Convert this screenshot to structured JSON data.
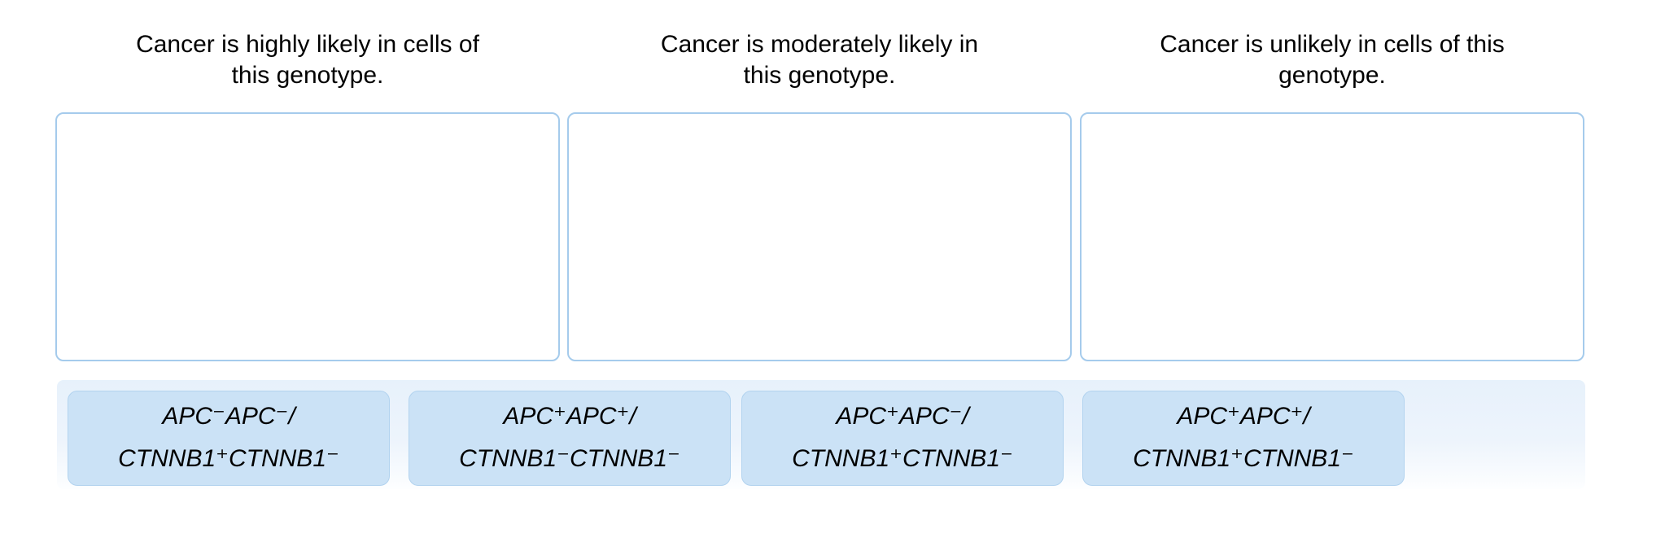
{
  "activity": {
    "type": "drag-and-drop-sorting",
    "bins": [
      {
        "id": "highly-likely",
        "label": "Cancer is highly likely in cells of this genotype.",
        "label_line1": "Cancer is highly likely in cells of",
        "label_line2": "this genotype.",
        "contents": []
      },
      {
        "id": "moderately-likely",
        "label": "Cancer is moderately likely in this genotype.",
        "label_line1": "Cancer is moderately likely in",
        "label_line2": "this genotype.",
        "contents": []
      },
      {
        "id": "unlikely",
        "label": "Cancer is unlikely in cells of this genotype.",
        "label_line1": "Cancer is unlikely in cells of this",
        "label_line2": "genotype.",
        "contents": []
      }
    ],
    "tiles": [
      {
        "id": "genotype-1",
        "label": "APC⁻APC⁻/CTNNB1⁺CTNNB1⁻",
        "line1": "APC⁻APC⁻/",
        "line2": "CTNNB1⁺CTNNB1⁻"
      },
      {
        "id": "genotype-2",
        "label": "APC⁺APC⁺/CTNNB1⁻CTNNB1⁻",
        "line1": "APC⁺APC⁺/",
        "line2": "CTNNB1⁻CTNNB1⁻"
      },
      {
        "id": "genotype-3",
        "label": "APC⁺APC⁻/CTNNB1⁺CTNNB1⁻",
        "line1": "APC⁺APC⁻/",
        "line2": "CTNNB1⁺CTNNB1⁻"
      },
      {
        "id": "genotype-4",
        "label": "APC⁺APC⁺/CTNNB1⁺CTNNB1⁻",
        "line1": "APC⁺APC⁺/",
        "line2": "CTNNB1⁺CTNNB1⁻"
      }
    ]
  },
  "colors": {
    "dropzone_border": "#a5cbec",
    "tile_fill": "#cbe2f6",
    "tile_border": "#b2d3ef",
    "tray_top": "#e7f1fb",
    "tray_bottom": "#fdfeff",
    "text": "#000000"
  }
}
